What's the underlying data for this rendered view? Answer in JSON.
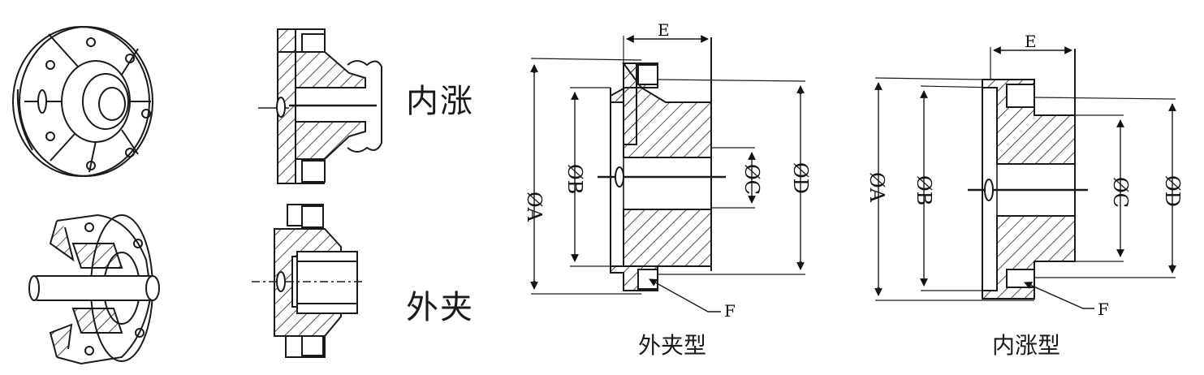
{
  "labels": {
    "expand": "内涨",
    "clamp": "外夹",
    "clamp_type": "外夹型",
    "expand_type": "内涨型"
  },
  "dimensions": {
    "dia_a": "ØA",
    "dia_b": "ØB",
    "dia_c": "ØC",
    "dia_d": "ØD",
    "e": "E",
    "f": "F"
  },
  "colors": {
    "line": "#1a1a1a",
    "background": "#ffffff"
  }
}
